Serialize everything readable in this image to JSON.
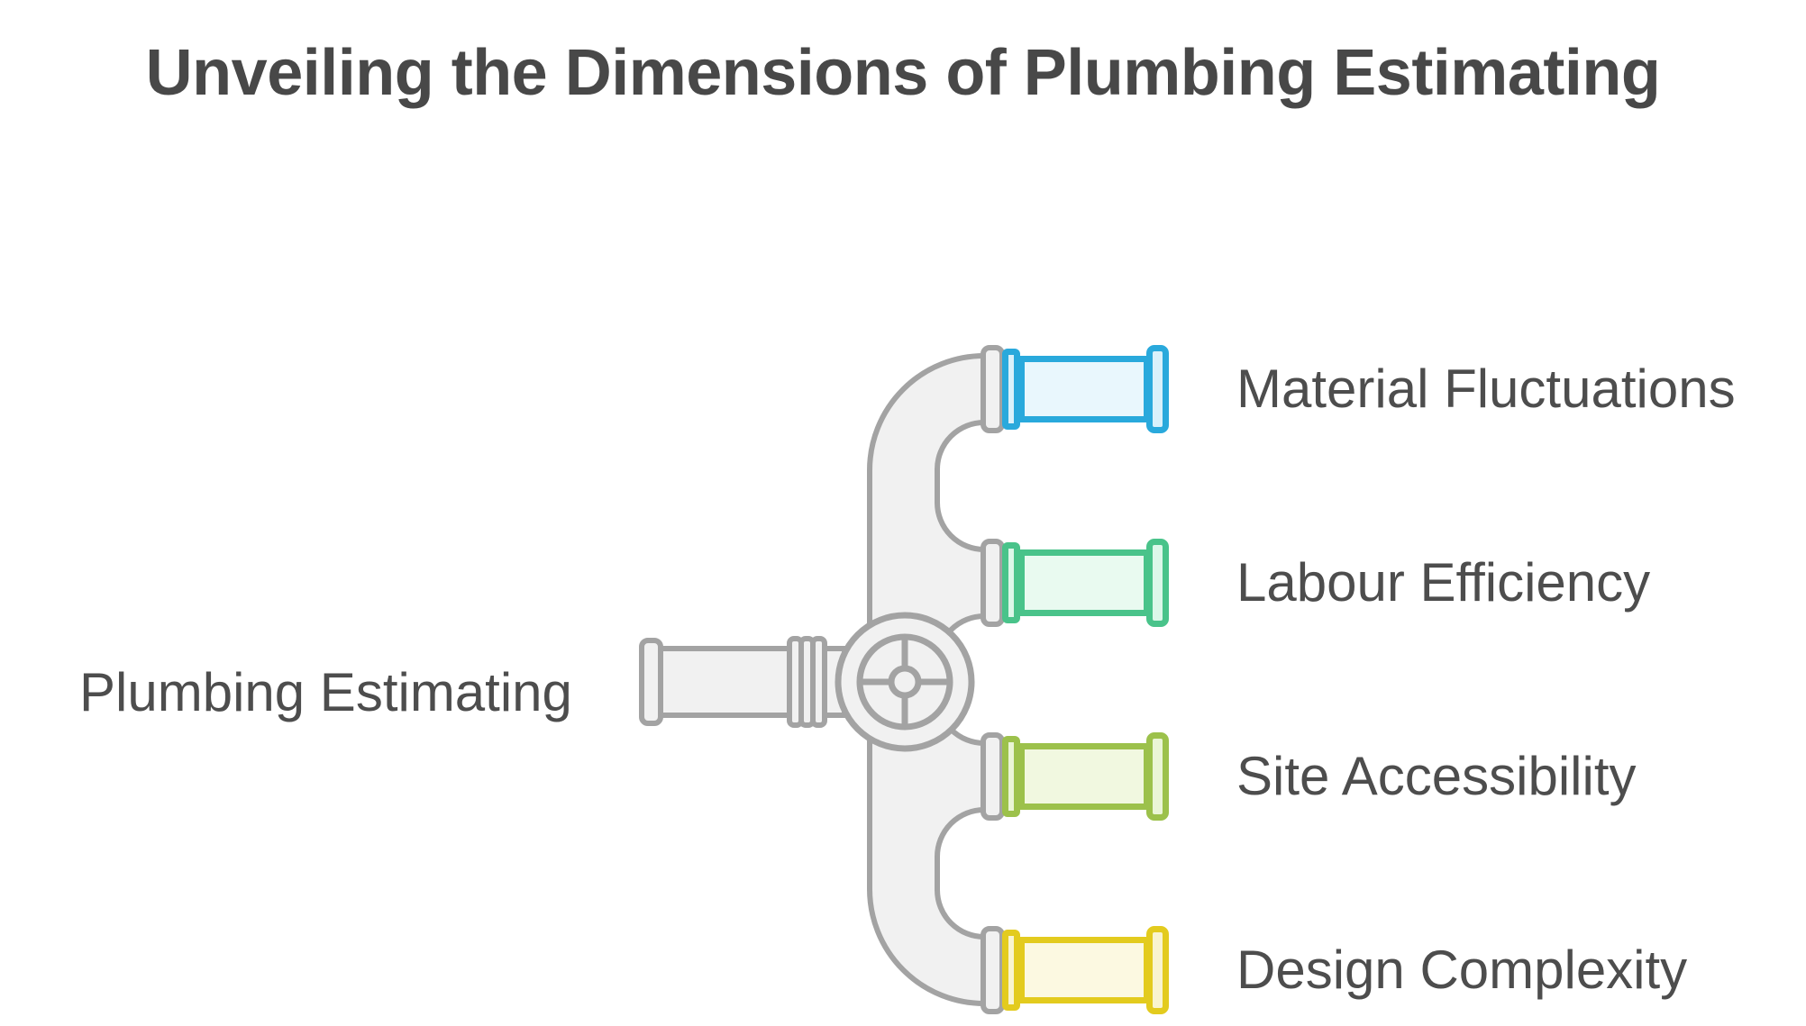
{
  "title": "Unveiling the Dimensions of Plumbing Estimating",
  "root": {
    "label": "Plumbing Estimating"
  },
  "branches": [
    {
      "label": "Material Fluctuations",
      "colors": {
        "stroke": "#29a9dc",
        "body_fill": "#e9f7fd",
        "flange_fill": "#d9f1fb"
      }
    },
    {
      "label": "Labour Efficiency",
      "colors": {
        "stroke": "#49c38a",
        "body_fill": "#e9faf0",
        "flange_fill": "#dcf7e9"
      }
    },
    {
      "label": "Site Accessibility",
      "colors": {
        "stroke": "#9cc14b",
        "body_fill": "#f1f8e0",
        "flange_fill": "#eaf5d6"
      }
    },
    {
      "label": "Design Complexity",
      "colors": {
        "stroke": "#e3cb1e",
        "body_fill": "#fcf9e1",
        "flange_fill": "#f9f4cf"
      }
    }
  ],
  "palette": {
    "pipe_stroke": "#a3a3a3",
    "pipe_fill": "#f1f1f1",
    "text": "#4d4d4d",
    "title_text": "#484848",
    "background": "#ffffff"
  }
}
